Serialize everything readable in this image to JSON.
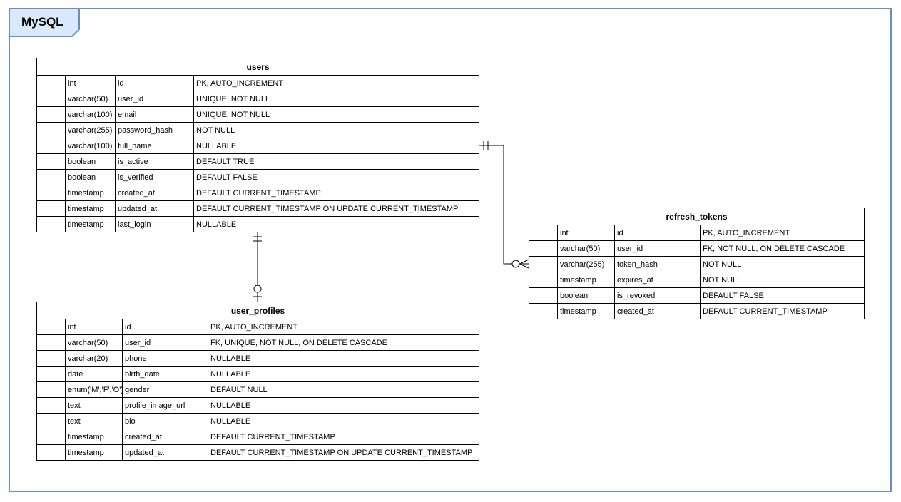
{
  "diagram": {
    "title": "MySQL",
    "colors": {
      "frame": "#6c8ebf",
      "tab_fill": "#dae8fc",
      "line": "#000000"
    }
  },
  "tables": [
    {
      "name": "users",
      "columns": [
        {
          "type": "int",
          "name": "id",
          "constraints": "PK, AUTO_INCREMENT"
        },
        {
          "type": "varchar(50)",
          "name": "user_id",
          "constraints": "UNIQUE, NOT NULL"
        },
        {
          "type": "varchar(100)",
          "name": "email",
          "constraints": "UNIQUE, NOT NULL"
        },
        {
          "type": "varchar(255)",
          "name": "password_hash",
          "constraints": "NOT NULL"
        },
        {
          "type": "varchar(100)",
          "name": "full_name",
          "constraints": "NULLABLE"
        },
        {
          "type": "boolean",
          "name": "is_active",
          "constraints": "DEFAULT TRUE"
        },
        {
          "type": "boolean",
          "name": "is_verified",
          "constraints": "DEFAULT FALSE"
        },
        {
          "type": "timestamp",
          "name": "created_at",
          "constraints": "DEFAULT CURRENT_TIMESTAMP"
        },
        {
          "type": "timestamp",
          "name": "updated_at",
          "constraints": "DEFAULT CURRENT_TIMESTAMP ON UPDATE CURRENT_TIMESTAMP"
        },
        {
          "type": "timestamp",
          "name": "last_login",
          "constraints": "NULLABLE"
        }
      ]
    },
    {
      "name": "user_profiles",
      "columns": [
        {
          "type": "int",
          "name": "id",
          "constraints": "PK, AUTO_INCREMENT"
        },
        {
          "type": "varchar(50)",
          "name": "user_id",
          "constraints": "FK, UNIQUE, NOT NULL, ON DELETE CASCADE"
        },
        {
          "type": "varchar(20)",
          "name": "phone",
          "constraints": "NULLABLE"
        },
        {
          "type": "date",
          "name": "birth_date",
          "constraints": "NULLABLE"
        },
        {
          "type": "enum('M','F','O')",
          "name": "gender",
          "constraints": "DEFAULT NULL"
        },
        {
          "type": "text",
          "name": "profile_image_url",
          "constraints": "NULLABLE"
        },
        {
          "type": "text",
          "name": "bio",
          "constraints": "NULLABLE"
        },
        {
          "type": "timestamp",
          "name": "created_at",
          "constraints": "DEFAULT CURRENT_TIMESTAMP"
        },
        {
          "type": "timestamp",
          "name": "updated_at",
          "constraints": "DEFAULT CURRENT_TIMESTAMP ON UPDATE CURRENT_TIMESTAMP"
        }
      ]
    },
    {
      "name": "refresh_tokens",
      "columns": [
        {
          "type": "int",
          "name": "id",
          "constraints": "PK, AUTO_INCREMENT"
        },
        {
          "type": "varchar(50)",
          "name": "user_id",
          "constraints": "FK, NOT NULL, ON DELETE CASCADE"
        },
        {
          "type": "varchar(255)",
          "name": "token_hash",
          "constraints": "NOT NULL"
        },
        {
          "type": "timestamp",
          "name": "expires_at",
          "constraints": "NOT NULL"
        },
        {
          "type": "boolean",
          "name": "is_revoked",
          "constraints": "DEFAULT FALSE"
        },
        {
          "type": "timestamp",
          "name": "created_at",
          "constraints": "DEFAULT CURRENT_TIMESTAMP"
        }
      ]
    }
  ],
  "relationships": [
    {
      "from": "users",
      "to": "user_profiles",
      "from_cardinality": "exactly-one",
      "to_cardinality": "zero-or-one"
    },
    {
      "from": "users",
      "to": "refresh_tokens",
      "from_cardinality": "exactly-one",
      "to_cardinality": "zero-or-many"
    }
  ]
}
